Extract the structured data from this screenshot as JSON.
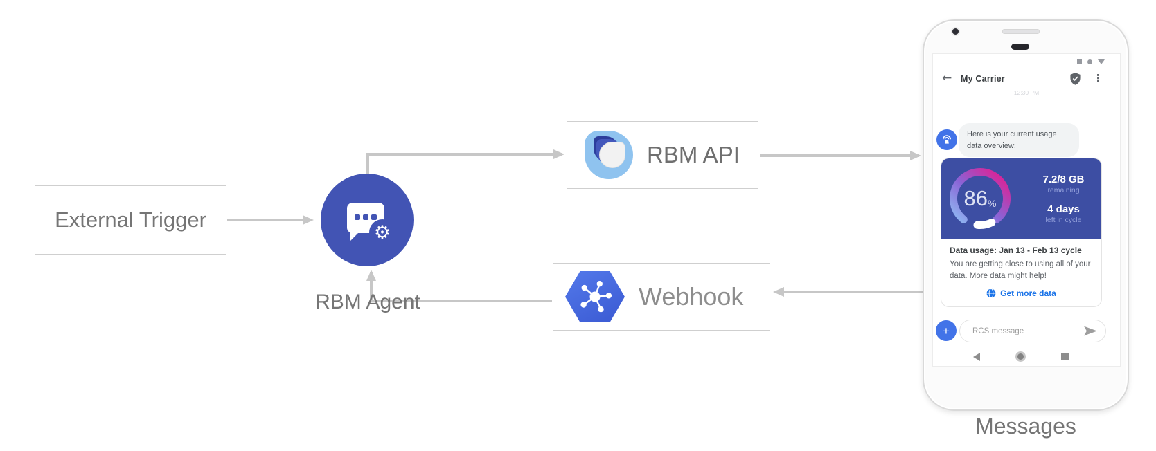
{
  "diagram": {
    "external_trigger_label": "External Trigger",
    "rbm_agent_label": "RBM Agent",
    "rbm_api_label": "RBM API",
    "webhook_label": "Webhook",
    "phone_caption": "Messages"
  },
  "phone": {
    "status_icons": [
      "square",
      "dot",
      "triangle"
    ],
    "header": {
      "back_icon": "←",
      "title": "My Carrier",
      "verified_icon": "shield-check",
      "menu_icon": "⋮",
      "timestamp": "12:30 PM"
    },
    "conversation": {
      "agent_avatar_icon": "antenna-broadcast",
      "bubble_text": "Here is your current usage data overview:",
      "usage_card": {
        "percent_value": "86",
        "percent_unit": "%",
        "remaining_value": "7.2/8 GB",
        "remaining_label": "remaining",
        "days_value": "4 days",
        "days_label": "left in cycle",
        "title": "Data usage: Jan 13 - Feb 13 cycle",
        "body": "You are getting close to using all of your data. More data might help!",
        "action_icon": "globe",
        "action_label": "Get more data"
      }
    },
    "composer": {
      "add_icon": "+",
      "placeholder": "RCS message",
      "send_icon": "send-arrow"
    },
    "nav_icons": [
      "back-triangle",
      "home-circle",
      "recents-square"
    ]
  },
  "icons": {
    "agent_gear": "⚙"
  },
  "colors": {
    "indigo_primary": "#4254B4",
    "card_indigo": "#3D4EA3",
    "google_blue": "#4273E8",
    "link_blue": "#1A73E8",
    "rbm_logo_light_blue": "#8FC3EF",
    "rbm_logo_navy": "#2C3D9C",
    "webhook_hex_blue": "#4A6FE3",
    "gauge_gradient": [
      "#8FB9F2",
      "#8A64D6",
      "#E8188C"
    ],
    "arrow_gray": "#C7C7C7",
    "label_gray": "#757575"
  }
}
